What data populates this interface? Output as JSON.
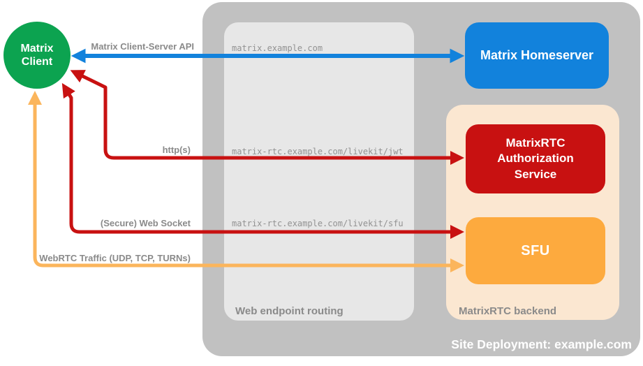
{
  "site": {
    "label": "Site Deployment: example.com",
    "color": "#c1c1c1"
  },
  "client": {
    "label": "Matrix Client",
    "color": "#0ca350"
  },
  "homeserver": {
    "label": "Matrix Homeserver",
    "color": "#1282dc"
  },
  "routing": {
    "label": "Web endpoint routing",
    "color": "#e7e7e7",
    "routes": [
      "matrix.example.com",
      "matrix-rtc.example.com/livekit/jwt",
      "matrix-rtc.example.com/livekit/sfu"
    ]
  },
  "backend": {
    "label": "MatrixRTC backend",
    "color": "#fbe7d1",
    "auth_service": {
      "label": "MatrixRTC Authorization Service",
      "color": "#c81111"
    },
    "sfu": {
      "label": "SFU",
      "color": "#fdaa3e"
    }
  },
  "connections": {
    "client_server_api": {
      "label": "Matrix Client-Server API",
      "color": "#1282dc",
      "from": "Matrix Client",
      "to": "Matrix Homeserver",
      "bidirectional": true
    },
    "https": {
      "label": "http(s)",
      "color": "#c81111",
      "from": "Matrix Client",
      "to": "MatrixRTC Authorization Service",
      "bidirectional": true
    },
    "websocket": {
      "label": "(Secure) Web Socket",
      "color": "#c81111",
      "from": "Matrix Client",
      "to": "SFU",
      "bidirectional": true
    },
    "webrtc": {
      "label": "WebRTC Traffic (UDP, TCP, TURNs)",
      "color": "#fbb55c",
      "from": "Matrix Client",
      "to": "SFU",
      "bidirectional": true
    }
  },
  "text_colors": {
    "edge_label_gray": "#8a8a8a",
    "route_mono_gray": "#929292"
  }
}
